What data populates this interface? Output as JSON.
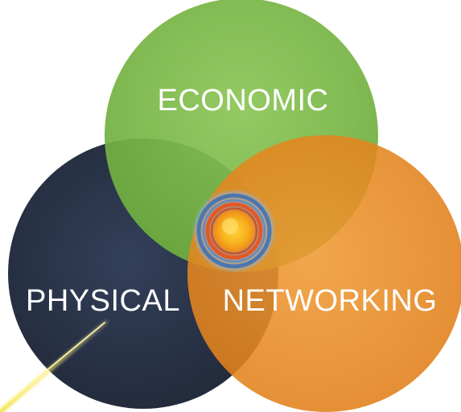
{
  "diagram": {
    "circles": [
      {
        "id": "economic",
        "label": "ECONOMIC",
        "color": "#7DBA4A"
      },
      {
        "id": "physical",
        "label": "PHYSICAL",
        "color": "#2B3446"
      },
      {
        "id": "networking",
        "label": "NETWORKING",
        "color": "#E98A23"
      }
    ],
    "center_burst": {
      "core_color": "#F7B31E",
      "ring_colors": [
        "#E0592A",
        "#3D6FB5",
        "#8FB3D9"
      ]
    },
    "light_streak_color": "#F4E03A"
  }
}
